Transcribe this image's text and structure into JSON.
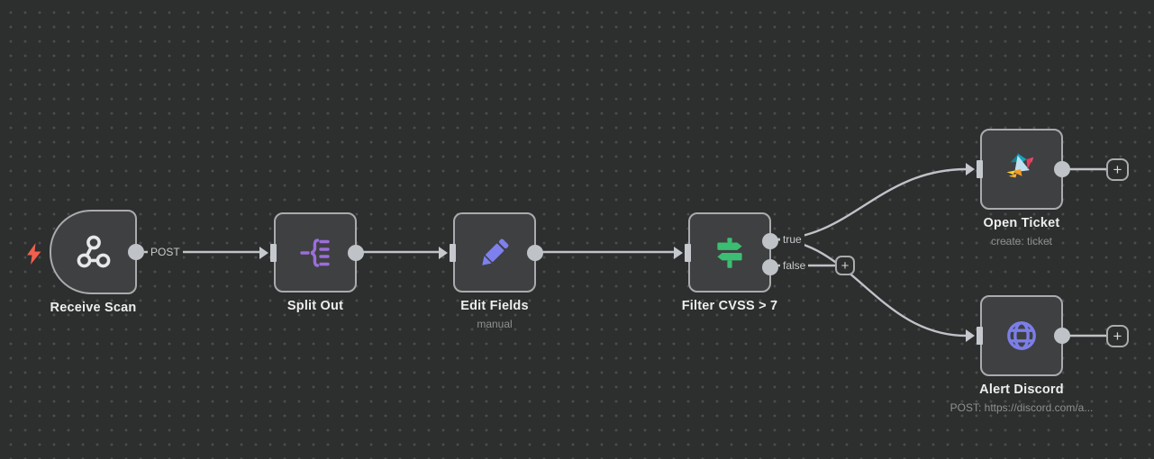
{
  "workflow": {
    "nodes": [
      {
        "id": "receive-scan",
        "label": "Receive Scan",
        "icon": "webhook-icon",
        "output_label": "POST"
      },
      {
        "id": "split-out",
        "label": "Split Out",
        "icon": "split-out-icon"
      },
      {
        "id": "edit-fields",
        "label": "Edit Fields",
        "icon": "pencil-icon",
        "subtitle": "manual"
      },
      {
        "id": "filter-cvss",
        "label": "Filter CVSS > 7",
        "icon": "signpost-icon",
        "output_true_label": "true",
        "output_false_label": "false"
      },
      {
        "id": "open-ticket",
        "label": "Open Ticket",
        "icon": "freshdesk-bird-icon",
        "subtitle": "create: ticket"
      },
      {
        "id": "alert-discord",
        "label": "Alert Discord",
        "icon": "globe-icon",
        "subtitle": "POST: https://discord.com/a..."
      }
    ],
    "ui": {
      "add_node_label": "+"
    },
    "colors": {
      "canvas_bg": "#2d2e2e",
      "grid_dot": "#4c4c4e",
      "node_bg": "#3f4042",
      "node_border": "#a9abae",
      "connection": "#bfc3c8",
      "label_text": "#ededee",
      "subtitle_text": "#8f9092",
      "port_label_text": "#c9cacc",
      "trigger_bolt": "#f0604d",
      "webhook_icon": "#e6e8ea",
      "split_out_icon": "#9b6edb",
      "pencil_icon": "#7e80ee",
      "filter_icon": "#3bbd72",
      "globe_icon": "#7c7ee8"
    }
  }
}
